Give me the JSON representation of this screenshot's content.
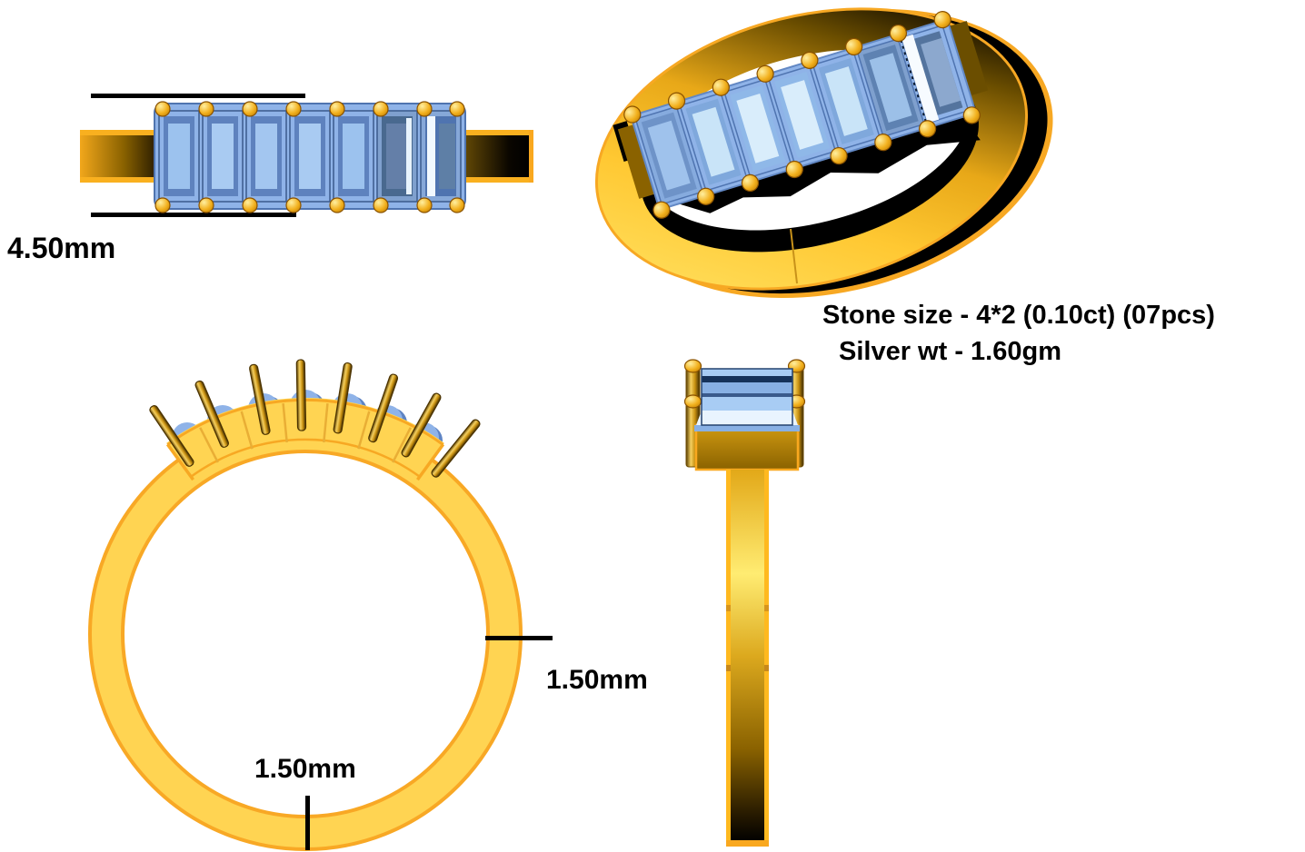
{
  "annotations": {
    "band_width": "4.50mm",
    "stone_size": "Stone size - 4*2 (0.10ct) (07pcs)",
    "silver_weight": "Silver wt - 1.60gm",
    "band_thickness_right": "1.50mm",
    "band_thickness_bottom": "1.50mm"
  },
  "stone_details": {
    "size": "4*2",
    "carat": "0.10ct",
    "pieces": "07pcs",
    "stone_count": 7
  },
  "views": {
    "top": {
      "name": "top-view"
    },
    "perspective": {
      "name": "perspective-view"
    },
    "front": {
      "name": "front-view"
    },
    "side": {
      "name": "side-view"
    }
  },
  "colors": {
    "gold_fill": "#FFD452",
    "gold_outline": "#F8A825",
    "gold_deep": "#8A6200",
    "gold_highlight": "#FFF2A6",
    "shadow_black": "#000000",
    "stone_frame_blue": "#8FB3E8",
    "stone_bevel_blue": "#5E82BE",
    "stone_table_blue": "#A9CBF2",
    "stone_table_pale": "#D9EDFB",
    "text": "#000000"
  }
}
